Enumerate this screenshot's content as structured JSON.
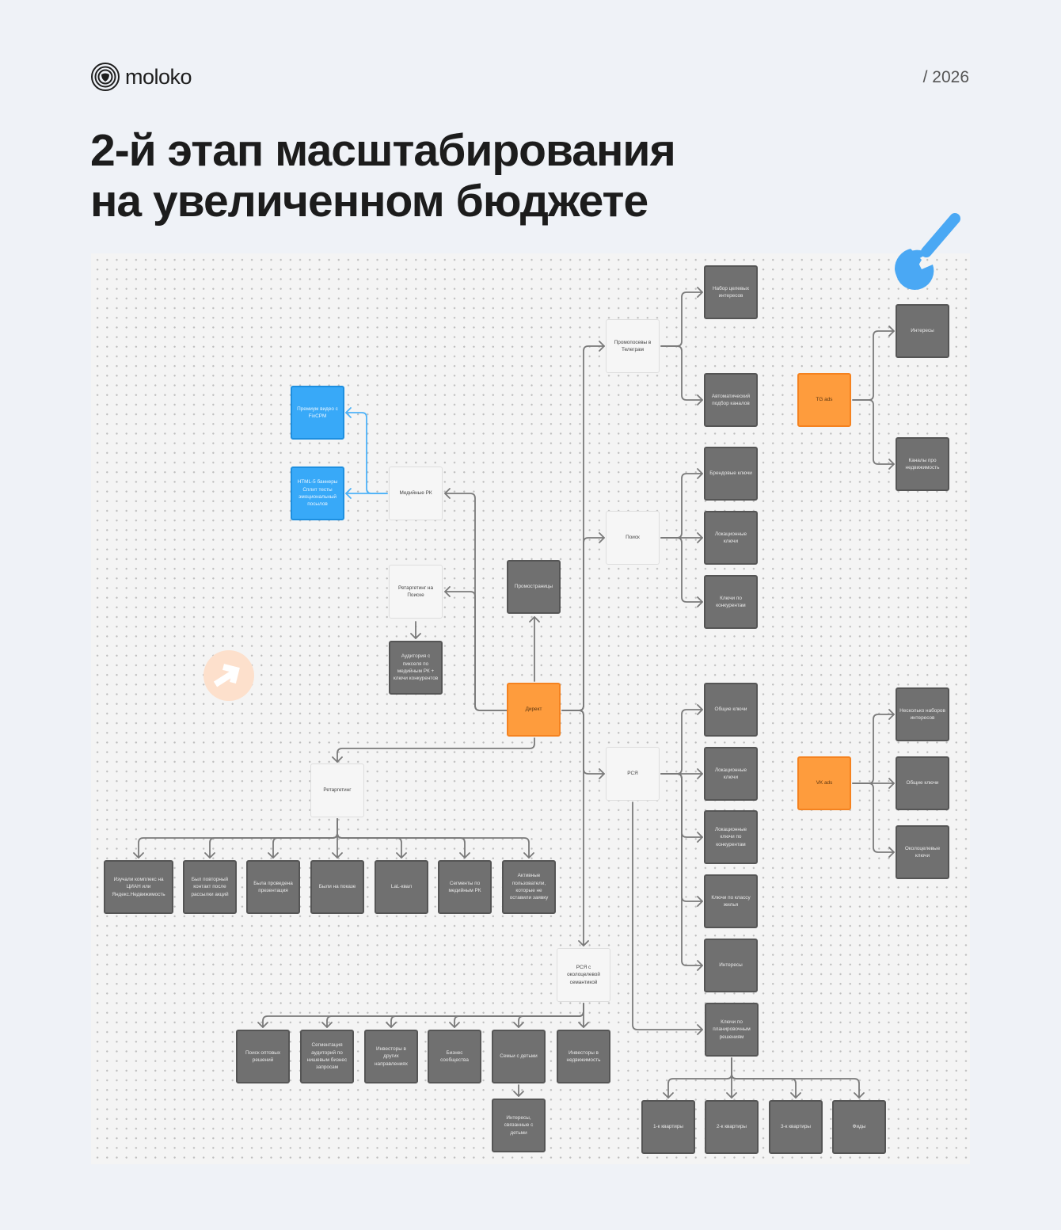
{
  "header": {
    "brand": "moloko",
    "year": "/ 2026",
    "title_line1": "2-й этап масштабирования",
    "title_line2": "на увеличенном бюджете"
  },
  "colors": {
    "page_bg": "#eff2f7",
    "canvas_bg": "#f4f4f4",
    "dark_node": "#707070",
    "orange_node": "#fe9c3d",
    "blue_node": "#38a9f8",
    "edge": "#7a7a7a",
    "blue_edge": "#4db2f8"
  },
  "icons": [
    "moloko-logo-icon",
    "wrench-icon",
    "arrow-circle-icon"
  ],
  "nodes": [
    {
      "id": "premium",
      "type": "blue",
      "label": "Премиум видео с FixCPM"
    },
    {
      "id": "html5",
      "type": "blue",
      "label": "HTML-5 баннеры Сплит тесты эмоциональный посылов"
    },
    {
      "id": "media",
      "type": "white",
      "label": "Медийные РК"
    },
    {
      "id": "retsearch",
      "type": "white",
      "label": "Ретаргетинг на Поиске"
    },
    {
      "id": "audpixel",
      "type": "dark",
      "label": "Аудитория с пикселя по медийным РК + ключи конкурентов"
    },
    {
      "id": "promopages",
      "type": "dark",
      "label": "Промостраницы"
    },
    {
      "id": "direct",
      "type": "orange",
      "label": "Директ"
    },
    {
      "id": "promotg",
      "type": "white",
      "label": "Промопосевы в Телеграм"
    },
    {
      "id": "search",
      "type": "white",
      "label": "Поиск"
    },
    {
      "id": "rsya",
      "type": "white",
      "label": "РСЯ"
    },
    {
      "id": "rsyaokolo",
      "type": "white",
      "label": "РСЯ с околоцелевой семантикой"
    },
    {
      "id": "nabor",
      "type": "dark",
      "label": "Набор целевых интересов"
    },
    {
      "id": "autopodbor",
      "type": "dark",
      "label": "Автоматический подбор каналов"
    },
    {
      "id": "brand",
      "type": "dark",
      "label": "Брендовые ключи"
    },
    {
      "id": "lockeys1",
      "type": "dark",
      "label": "Локационные ключи"
    },
    {
      "id": "competitors",
      "type": "dark",
      "label": "Ключи по конкурентам"
    },
    {
      "id": "common1",
      "type": "dark",
      "label": "Общие ключи"
    },
    {
      "id": "lockeys2",
      "type": "dark",
      "label": "Локационные ключи"
    },
    {
      "id": "lockeyscomp",
      "type": "dark",
      "label": "Локационные ключи по конкурентам"
    },
    {
      "id": "classkeys",
      "type": "dark",
      "label": "Ключи по классу жилья"
    },
    {
      "id": "interests1",
      "type": "dark",
      "label": "Интересы"
    },
    {
      "id": "planning",
      "type": "dark",
      "label": "Ключи по планировочным решениям"
    },
    {
      "id": "k1",
      "type": "dark",
      "label": "1-к квартиры"
    },
    {
      "id": "k2",
      "type": "dark",
      "label": "2-к квартиры"
    },
    {
      "id": "k3",
      "type": "dark",
      "label": "3-к квартиры"
    },
    {
      "id": "feeds",
      "type": "dark",
      "label": "Фиды"
    },
    {
      "id": "tgads",
      "type": "orange",
      "label": "TG ads"
    },
    {
      "id": "tginterests",
      "type": "dark",
      "label": "Интересы"
    },
    {
      "id": "tgchannels",
      "type": "dark",
      "label": "Каналы про недвижимость"
    },
    {
      "id": "vkads",
      "type": "orange",
      "label": "VK ads"
    },
    {
      "id": "vkmulti",
      "type": "dark",
      "label": "Несколько наборов интересов"
    },
    {
      "id": "vkcommon",
      "type": "dark",
      "label": "Общие ключи"
    },
    {
      "id": "vkokolo",
      "type": "dark",
      "label": "Околоцелевые ключи"
    },
    {
      "id": "retarget",
      "type": "white",
      "label": "Ретаргетинг"
    },
    {
      "id": "r1",
      "type": "dark",
      "label": "Изучали комплекс на ЦИАН или Яндекс.Недвижимость"
    },
    {
      "id": "r2",
      "type": "dark",
      "label": "Был повторный контакт после рассылки акций"
    },
    {
      "id": "r3",
      "type": "dark",
      "label": "Была проведена презентация"
    },
    {
      "id": "r4",
      "type": "dark",
      "label": "Были на показе"
    },
    {
      "id": "r5",
      "type": "dark",
      "label": "LaL-квал"
    },
    {
      "id": "r6",
      "type": "dark",
      "label": "Сегменты по медийным РК"
    },
    {
      "id": "r7",
      "type": "dark",
      "label": "Активные пользователи, которые не оставили заявку"
    },
    {
      "id": "o1",
      "type": "dark",
      "label": "Поиск оптовых решений"
    },
    {
      "id": "o2",
      "type": "dark",
      "label": "Сегментация аудиторий по нишевым бизнес запросам"
    },
    {
      "id": "o3",
      "type": "dark",
      "label": "Инвесторы в других направлениях"
    },
    {
      "id": "o4",
      "type": "dark",
      "label": "Бизнес сообщества"
    },
    {
      "id": "o5",
      "type": "dark",
      "label": "Семьи с детьми"
    },
    {
      "id": "o6",
      "type": "dark",
      "label": "Инвесторы в недвижимость"
    },
    {
      "id": "o5child",
      "type": "dark",
      "label": "Интересы, связанные с детьми"
    }
  ]
}
